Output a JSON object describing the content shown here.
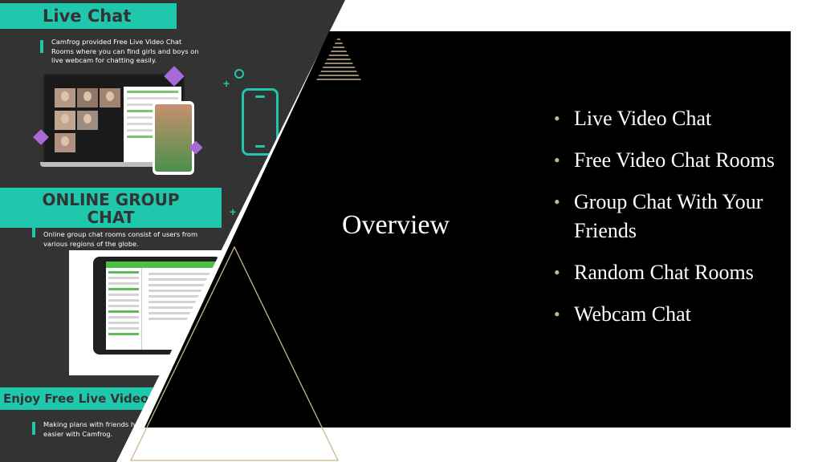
{
  "infographic": {
    "live_chat_title": "Live Chat",
    "live_chat_desc": "Camfrog provided Free Live Video Chat Rooms where you can find girls and boys on live webcam for chatting easily.",
    "group_chat_title_line1": "ONLINE GROUP",
    "group_chat_title_line2": "CHAT",
    "group_chat_desc": "Online group chat rooms consist of users from various regions of the globe.",
    "enjoy_title": "Enjoy Free Live Video C",
    "enjoy_desc": "Making plans with friends ha easier with Camfrog."
  },
  "slide": {
    "title": "Overview",
    "bullets": [
      "Live Video Chat",
      "Free Video Chat Rooms",
      "Group Chat With Your Friends",
      "Random Chat Rooms",
      "Webcam Chat"
    ],
    "bullet_glyph": "•"
  },
  "colors": {
    "panel": "#000000",
    "accent_gold": "#c9b48e",
    "teal": "#1fc7ac",
    "infographic_bg": "#333333"
  },
  "icons": [
    "gem-icon",
    "plus-icon",
    "smartphone-icon",
    "striped-triangle-icon",
    "outline-triangle-icon"
  ]
}
